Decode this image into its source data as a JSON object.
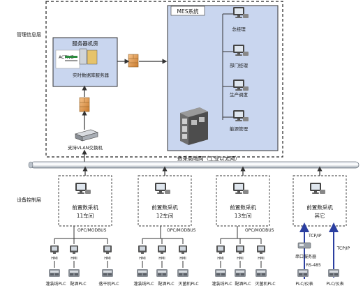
{
  "layers": {
    "management": "管理信息层",
    "device_control": "设备控制层"
  },
  "mes": {
    "title": "MES系统",
    "clients": [
      "总经理",
      "部门经理",
      "生产调度",
      "能源管理"
    ]
  },
  "server_room": {
    "title": "服务器机房",
    "server": "实时数据库服务器",
    "logo_text": "ACTIVE\n"
  },
  "switch_label": "支持VLAN交换机",
  "network_label": "数采局域网（工业以太网）",
  "collectors": [
    {
      "line1": "前置数采机",
      "line2": "11车间",
      "protocol": "OPC/MODBUS"
    },
    {
      "line1": "前置数采机",
      "line2": "12车间",
      "protocol": "OPC/MODBUS"
    },
    {
      "line1": "前置数采机",
      "line2": "13车间",
      "protocol": "OPC/MODBUS"
    },
    {
      "line1": "前置数采机",
      "line2": "其它",
      "protocol": "TCP/IP"
    }
  ],
  "hmi": "HMI",
  "plc_labels": {
    "g1": [
      "灌装线PLC",
      "配酒PLC",
      "落干机PLC"
    ],
    "g2": [
      "灌装线PLC",
      "配酒PLC",
      "灭菌机PLC"
    ],
    "g3": [
      "灌装线PLC",
      "配酒PLC",
      "灭菌机PLC"
    ]
  },
  "serial_server": "串口服务器",
  "rs485": "RS-485",
  "tcpip2": "TCP/IP",
  "plc_meter": "PLC/仪表"
}
